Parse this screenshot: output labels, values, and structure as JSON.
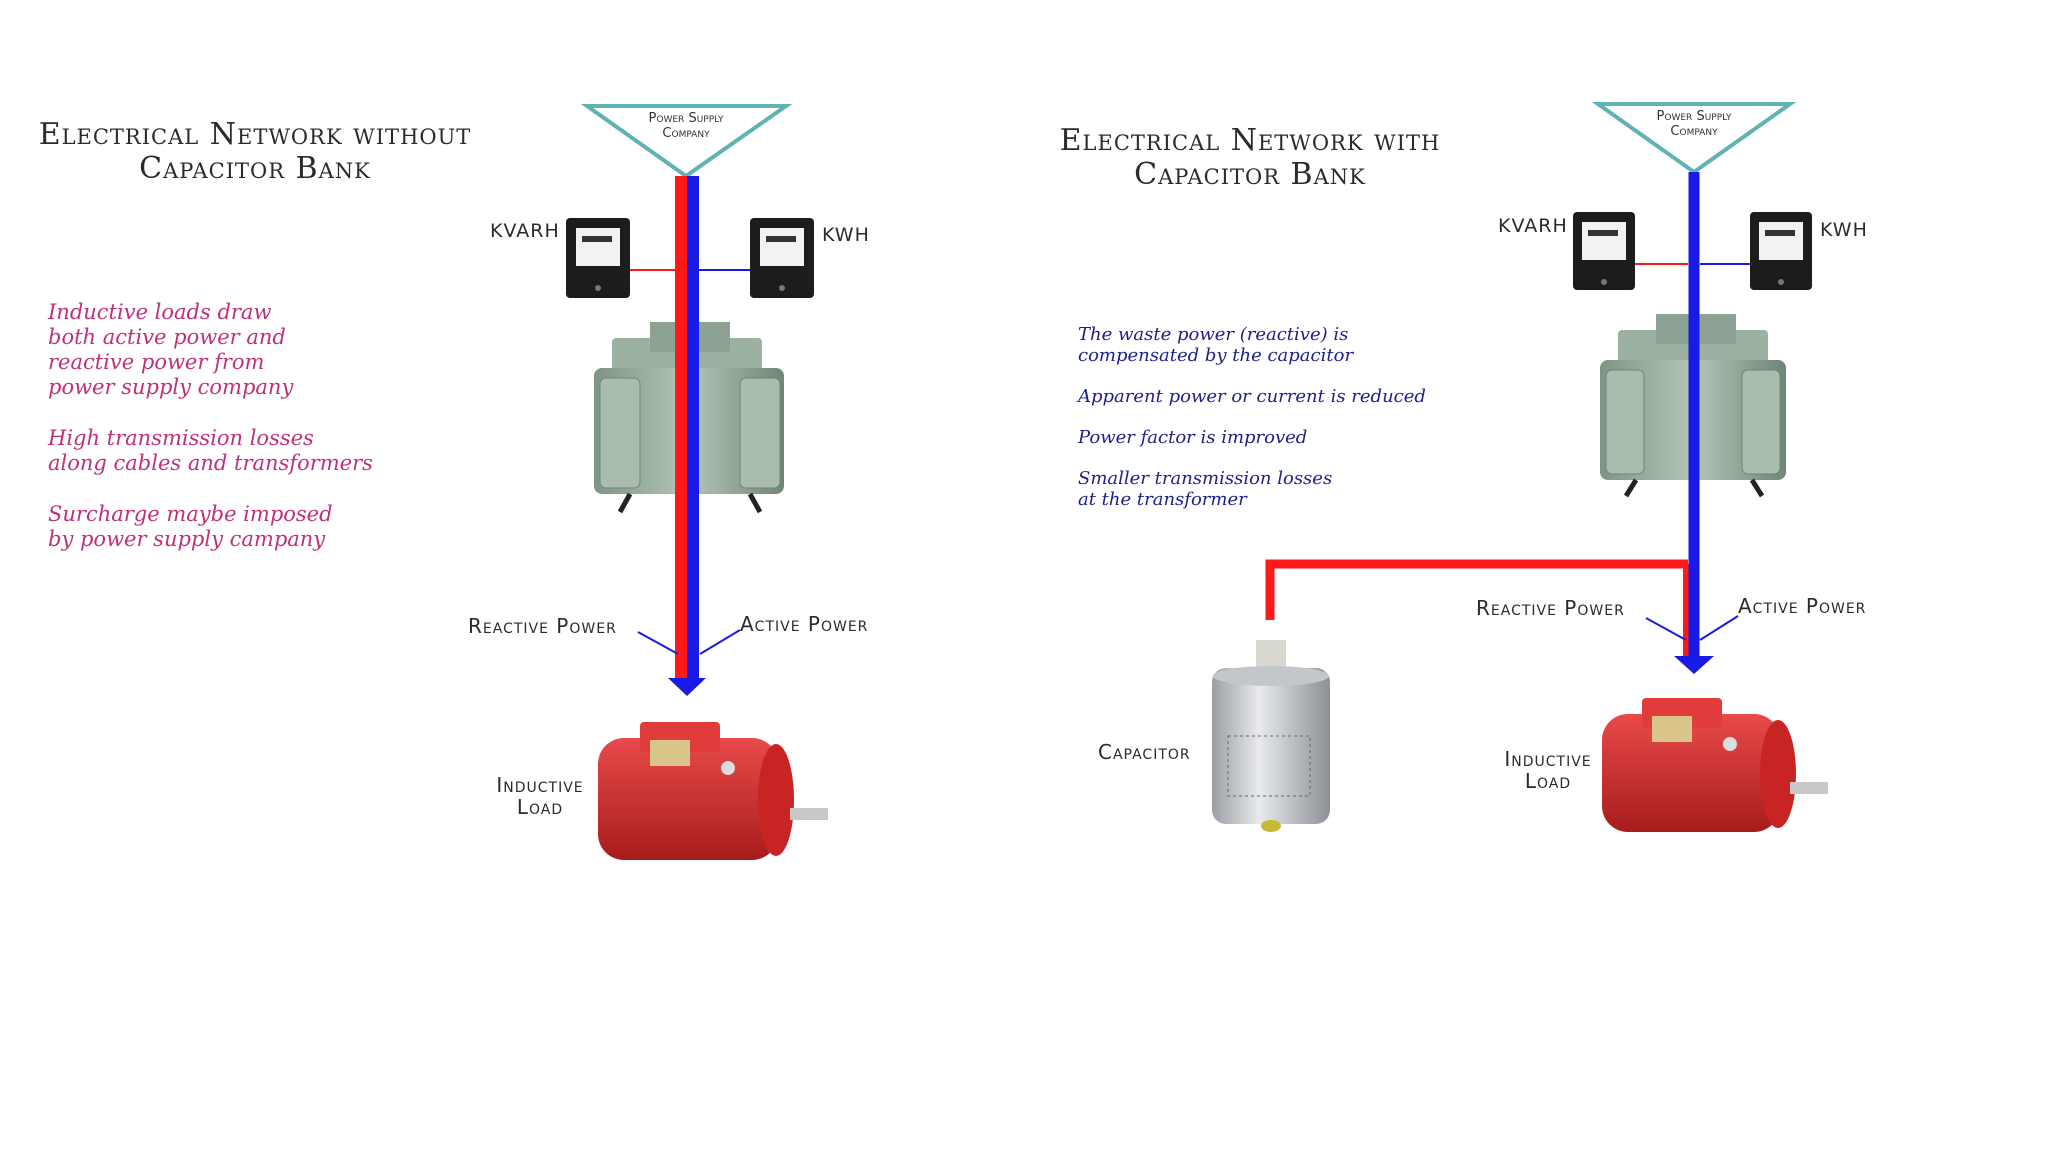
{
  "left_panel": {
    "title_line1": "Electrical Network without",
    "title_line2": "Capacitor Bank",
    "supply_label_line1": "Power Supply",
    "supply_label_line2": "Company",
    "kvarh_label": "KVARH",
    "kwh_label": "KWH",
    "reactive_label": "Reactive Power",
    "active_label": "Active Power",
    "load_label_line1": "Inductive",
    "load_label_line2": "Load",
    "notes": [
      "Inductive loads draw\nboth active power and\nreactive power from\npower supply company",
      "High transmission losses\nalong cables and transformers",
      "Surcharge maybe imposed\nby power supply campany"
    ]
  },
  "right_panel": {
    "title_line1": "Electrical Network with",
    "title_line2": "Capacitor Bank",
    "supply_label_line1": "Power Supply",
    "supply_label_line2": "Company",
    "kvarh_label": "KVARH",
    "kwh_label": "KWH",
    "reactive_label": "Reactive Power",
    "active_label": "Active Power",
    "capacitor_label": "Capacitor",
    "load_label_line1": "Inductive",
    "load_label_line2": "Load",
    "notes": [
      "The waste power (reactive) is\ncompensated by the capacitor",
      "Apparent power or current is reduced",
      "Power factor is improved",
      "Smaller transmission losses\nat the transformer"
    ]
  },
  "colors": {
    "reactive": "#ff1a1a",
    "active": "#1a1ae6",
    "supply_triangle": "#5fb3b3",
    "note_pink": "#c0307a",
    "note_blue": "#1e1e8c",
    "transformer": "#8fa595",
    "motor": "#d42a2a"
  }
}
